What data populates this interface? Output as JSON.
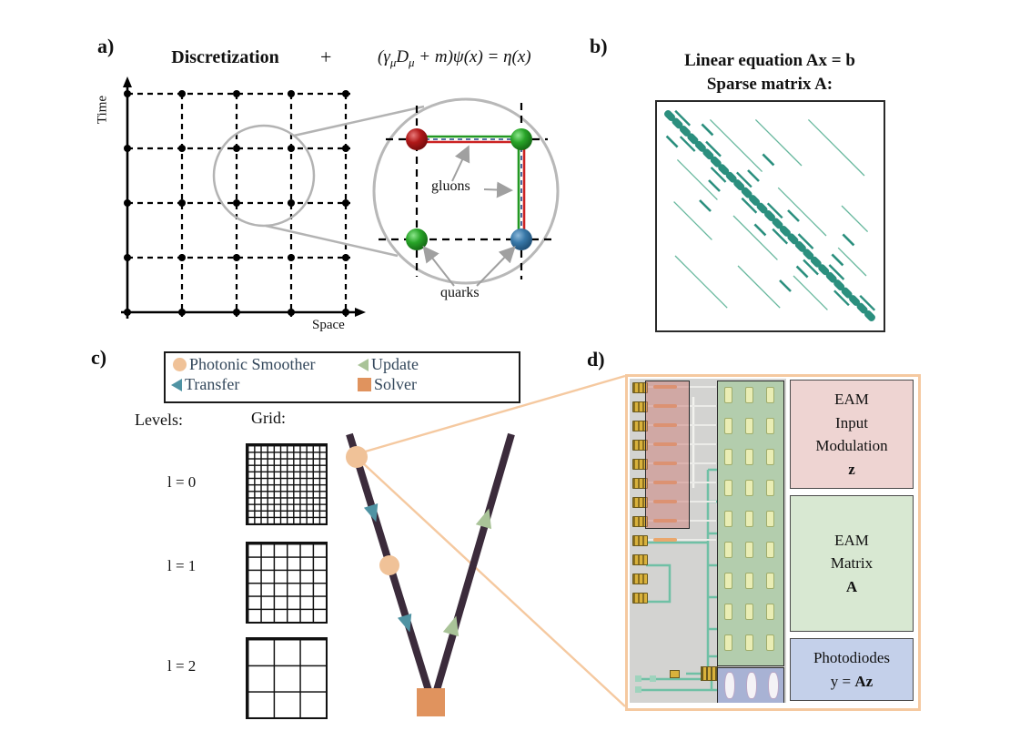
{
  "panel_a": {
    "label": "a)",
    "title": "Discretization",
    "plus": "+",
    "equation": {
      "p1": "(γ",
      "s1": "μ",
      "p2": "D",
      "s2": "μ",
      "p3": " + m)ψ(x) = η(x)"
    },
    "y_axis": "Time",
    "x_axis": "Space",
    "gluons_label": "gluons",
    "quarks_label": "quarks"
  },
  "panel_b": {
    "label": "b)",
    "title_line1": "Linear equation Ax = b",
    "title_line2": "Sparse matrix A:",
    "pattern": {
      "blob_count": 27,
      "segs": [
        {
          "o": 40,
          "a": 0.02,
          "b": 0.28
        },
        {
          "o": 40,
          "a": 0.36,
          "b": 0.6
        },
        {
          "o": 40,
          "a": 0.66,
          "b": 0.8
        },
        {
          "o": -40,
          "a": 0.22,
          "b": 0.42
        },
        {
          "o": -40,
          "a": 0.5,
          "b": 0.72
        },
        {
          "o": -40,
          "a": 0.8,
          "b": 0.97
        },
        {
          "o": 90,
          "a": 0.02,
          "b": 0.25
        },
        {
          "o": 90,
          "a": 0.45,
          "b": 0.58
        },
        {
          "o": -90,
          "a": 0.43,
          "b": 0.62
        },
        {
          "o": -90,
          "a": 0.75,
          "b": 0.96
        },
        {
          "o": 148,
          "a": 0.02,
          "b": 0.3
        },
        {
          "o": -148,
          "a": 0.7,
          "b": 0.96
        }
      ],
      "ticks": [
        {
          "o": 26,
          "t": 0.07
        },
        {
          "o": -26,
          "t": 0.13
        },
        {
          "o": 26,
          "t": 0.3
        },
        {
          "o": -28,
          "t": 0.35
        },
        {
          "o": 26,
          "t": 0.5
        },
        {
          "o": -26,
          "t": 0.57
        },
        {
          "o": 26,
          "t": 0.72
        },
        {
          "o": -26,
          "t": 0.78
        },
        {
          "o": 60,
          "t": 0.22
        },
        {
          "o": -60,
          "t": 0.45
        },
        {
          "o": 60,
          "t": 0.62
        },
        {
          "o": -60,
          "t": 0.85
        },
        {
          "o": 100,
          "t": 0.9
        },
        {
          "o": -100,
          "t": 0.1
        }
      ]
    }
  },
  "panel_c": {
    "label": "c)",
    "legend": [
      {
        "icon": "circle",
        "color": "#f0c298",
        "label": "Photonic Smoother"
      },
      {
        "icon": "triangle-left",
        "color": "#4f93a3",
        "label": "Transfer"
      },
      {
        "icon": "triangle-left",
        "color": "#a9c398",
        "label": "Update"
      },
      {
        "icon": "square",
        "color": "#e0935e",
        "label": "Solver"
      }
    ],
    "levels_heading": "Levels:",
    "grid_heading": "Grid:",
    "levels": [
      {
        "label": "l = 0",
        "divisions": 12
      },
      {
        "label": "l = 1",
        "divisions": 6
      },
      {
        "label": "l = 2",
        "divisions": 3
      }
    ]
  },
  "panel_d": {
    "label": "d)",
    "box_input": {
      "l1": "EAM",
      "l2": "Input",
      "l3": "Modulation",
      "l4": "z"
    },
    "box_matrix": {
      "l1": "EAM",
      "l2": "Matrix",
      "l3": "A"
    },
    "box_photo": {
      "l1": "Photodiodes",
      "l2a": "y = ",
      "l2b": "Az"
    },
    "chip": {
      "pad_count": 12,
      "waveguide_rows": 9,
      "eam_rows": 9,
      "eam_cols": 3,
      "photodiode_count": 3
    }
  },
  "colors": {
    "smoother": "#f0c298",
    "transfer": "#4f93a3",
    "update": "#a9c398",
    "solver": "#e0935e",
    "vline": "#3b2b3b",
    "connector": "#f5c9a0",
    "matrix_dark": "#2b8f7e",
    "matrix_light": "#66b79d",
    "legend_text": "#33475b",
    "box_pink": "#eed4d2",
    "box_green": "#d8e8d2",
    "box_blue": "#c4d0ea",
    "quark_red": "#b01818",
    "quark_green": "#28a428",
    "quark_blue": "#3878a8"
  }
}
